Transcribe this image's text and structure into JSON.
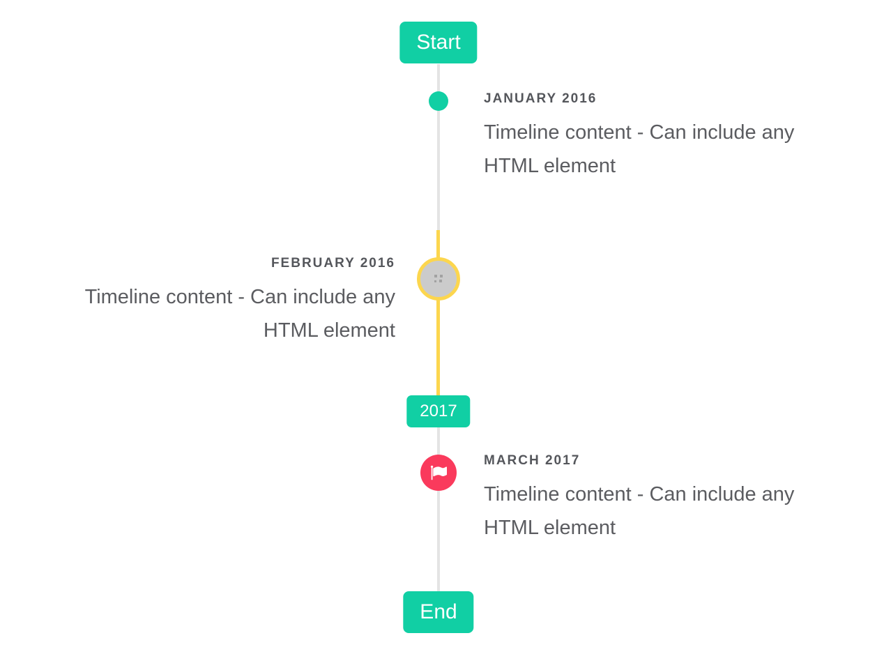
{
  "colors": {
    "accent": "#11cfa4",
    "highlight": "#fcd64e",
    "danger": "#fa3a5c",
    "line": "#e4e4e4",
    "placeholder-fill": "#cbcbcb",
    "placeholder-glyph": "#a2a2a2",
    "date-text": "#54565b",
    "content-text": "#5b5c60",
    "badge-text": "#ffffff",
    "background": "#ffffff"
  },
  "timeline": {
    "start_badge": "Start",
    "year_badge": "2017",
    "end_badge": "End",
    "entries": [
      {
        "date": "JANUARY 2016",
        "content_line1": "Timeline content - Can include any",
        "content_line2": "HTML element",
        "side": "right",
        "marker": "teal-dot"
      },
      {
        "date": "FEBRUARY 2016",
        "content_line1": "Timeline content - Can include any",
        "content_line2": "HTML element",
        "side": "left",
        "marker": "image-placeholder-circle"
      },
      {
        "date": "MARCH 2017",
        "content_line1": "Timeline content - Can include any",
        "content_line2": "HTML element",
        "side": "right",
        "marker": "flag-circle"
      }
    ]
  }
}
